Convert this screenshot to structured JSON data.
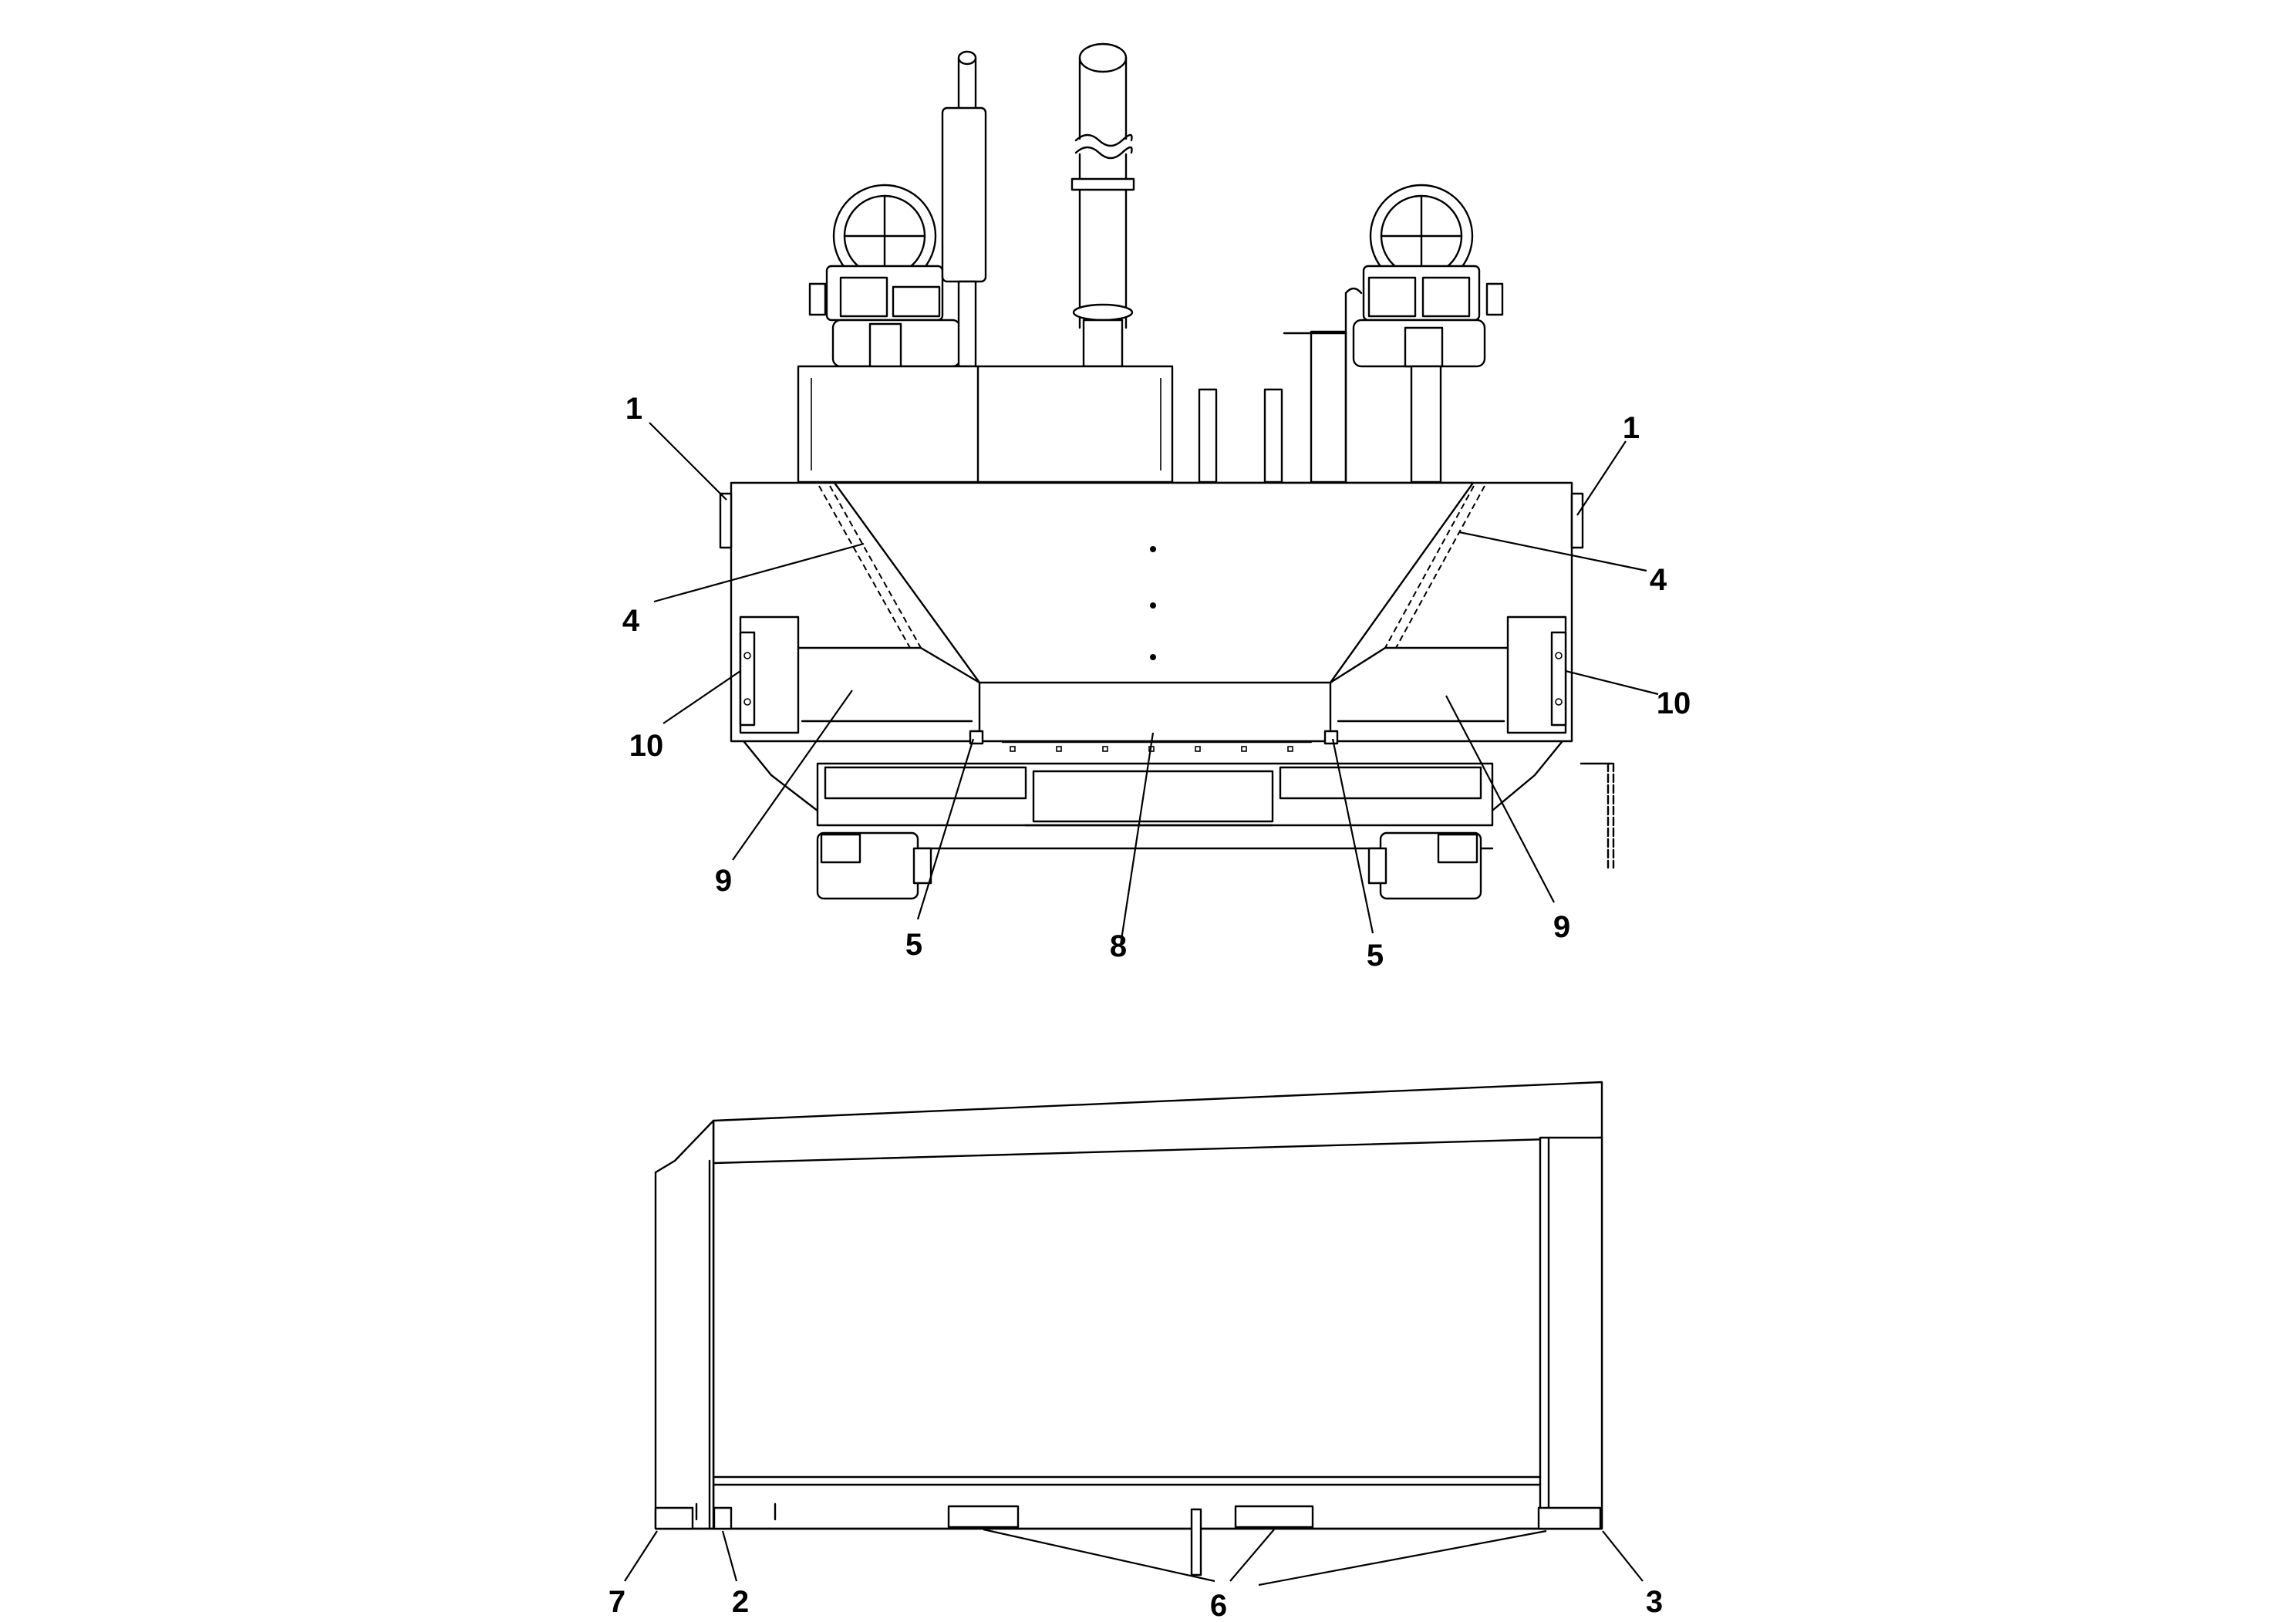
{
  "callouts": {
    "c1_left": "1",
    "c1_right": "1",
    "c4_left": "4",
    "c4_right": "4",
    "c10_left": "10",
    "c10_right": "10",
    "c9_left": "9",
    "c9_right": "9",
    "c5_left": "5",
    "c5_right": "5",
    "c8": "8",
    "c7": "7",
    "c2": "2",
    "c6": "6",
    "c3": "3"
  }
}
